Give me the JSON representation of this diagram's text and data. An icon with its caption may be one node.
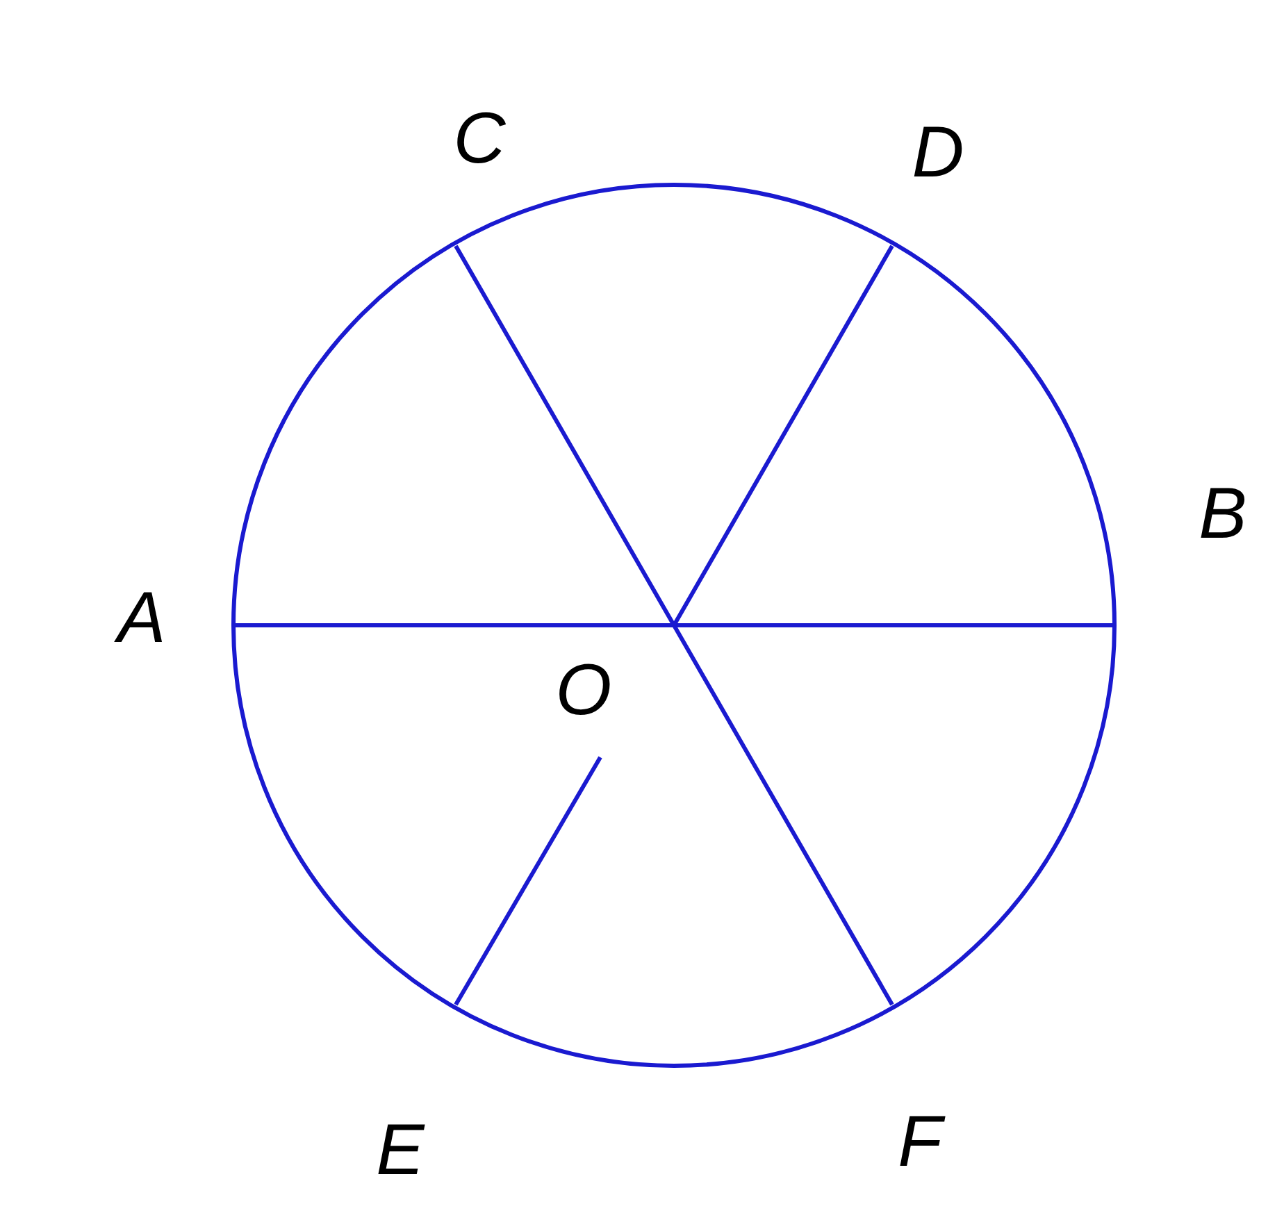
{
  "diagram": {
    "labels": [
      "C",
      "D",
      "B",
      "A",
      "O",
      "E",
      "F"
    ]
  }
}
